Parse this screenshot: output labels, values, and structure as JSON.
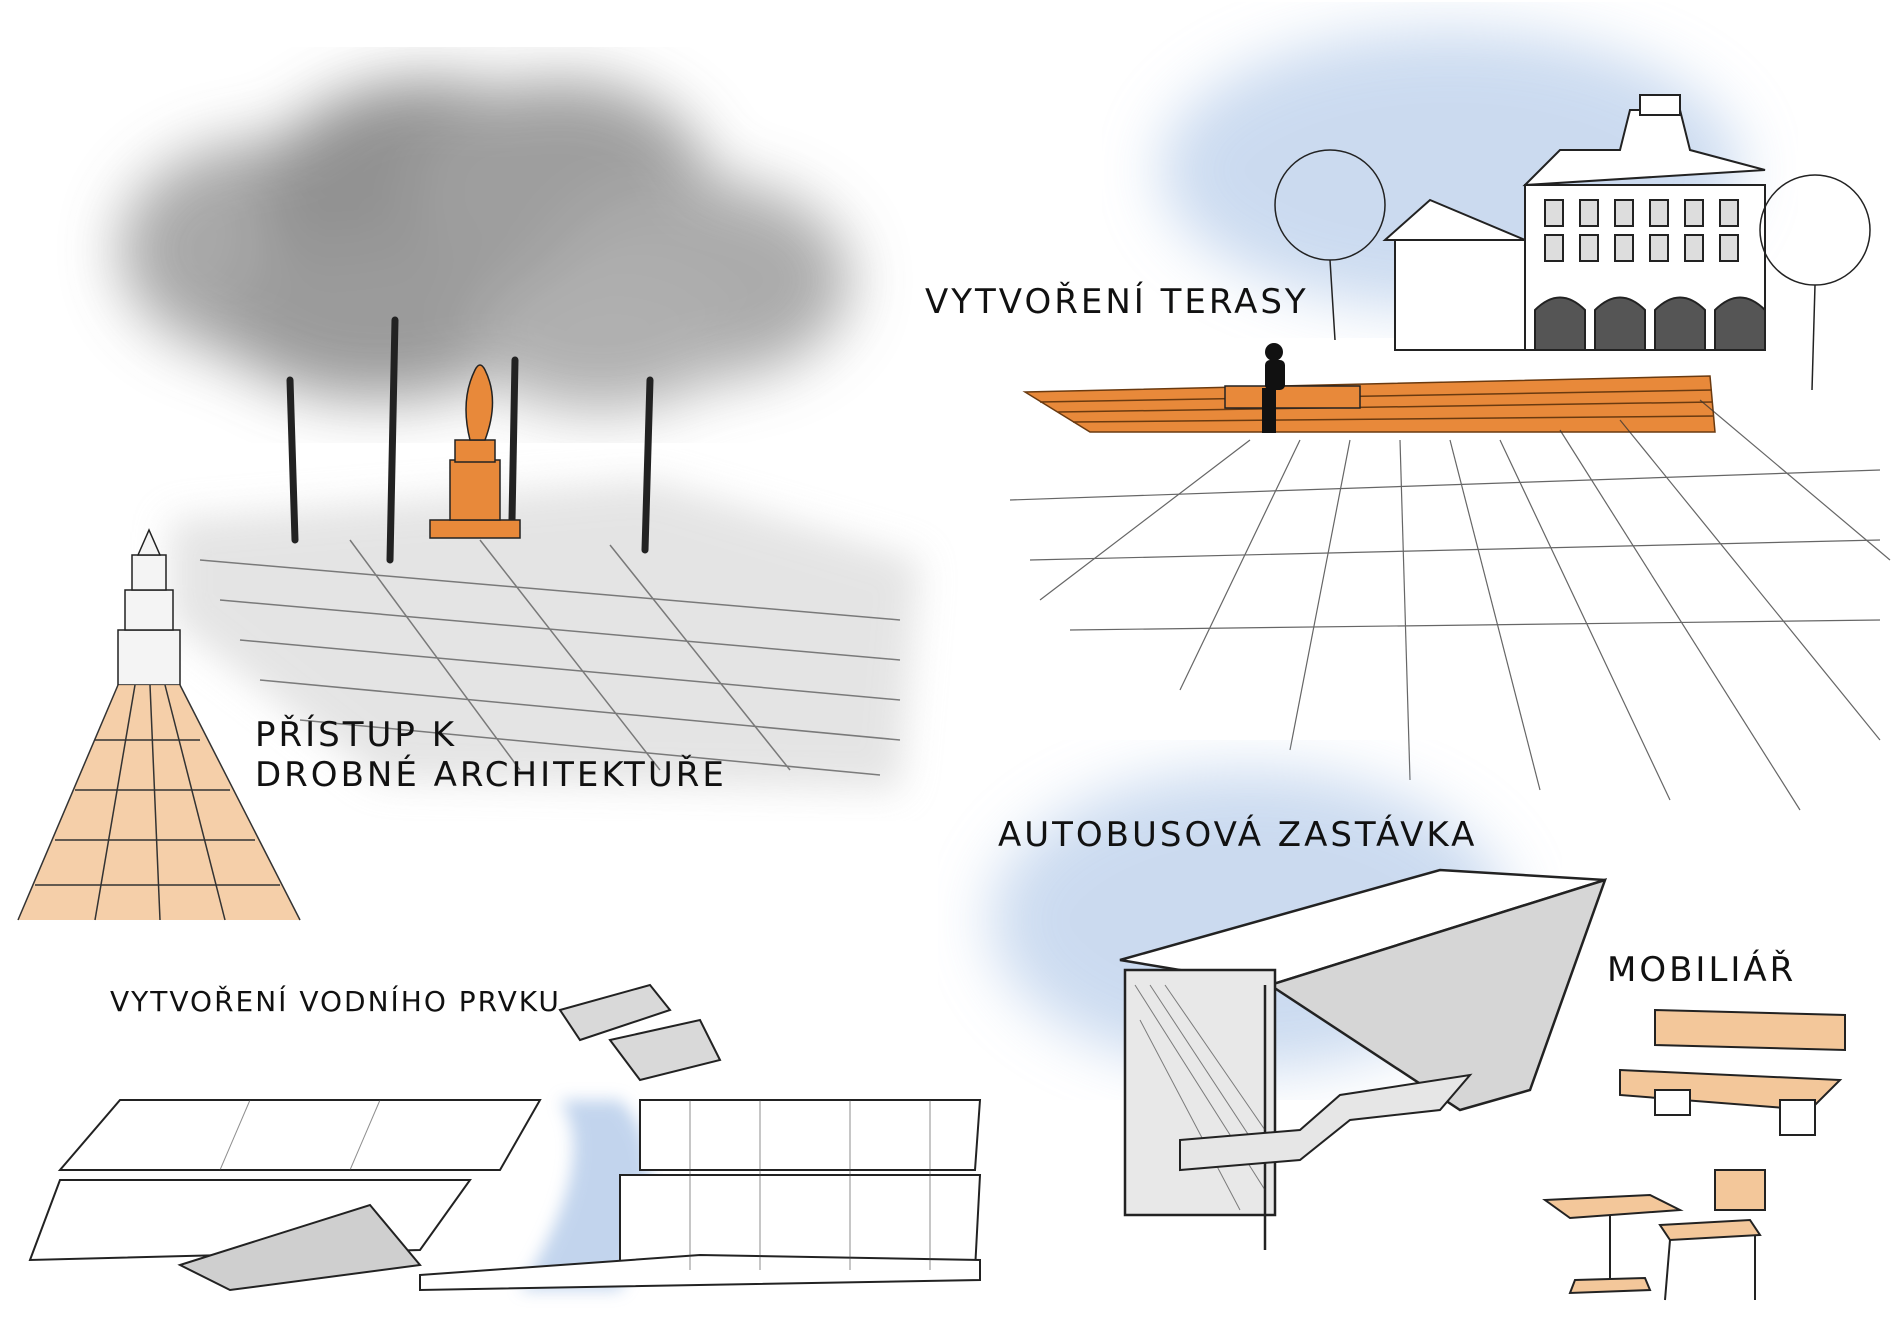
{
  "labels": {
    "access_line1": "PŘÍSTUP K",
    "access_line2": "DROBNÉ ARCHITEKTUŘE",
    "terrace": "VYTVOŘENÍ TERASY",
    "water": "VYTVOŘENÍ VODNÍHO PRVKU",
    "bus_stop": "AUTOBUSOVÁ ZASTÁVKA",
    "furniture": "MOBILIÁŘ"
  },
  "colors": {
    "ink": "#111111",
    "wood_orange": "#e8893a",
    "wood_light": "#f3c79a",
    "watercolor_blue": "#a9c3e6",
    "foliage_gray": "#8c8c8c"
  }
}
